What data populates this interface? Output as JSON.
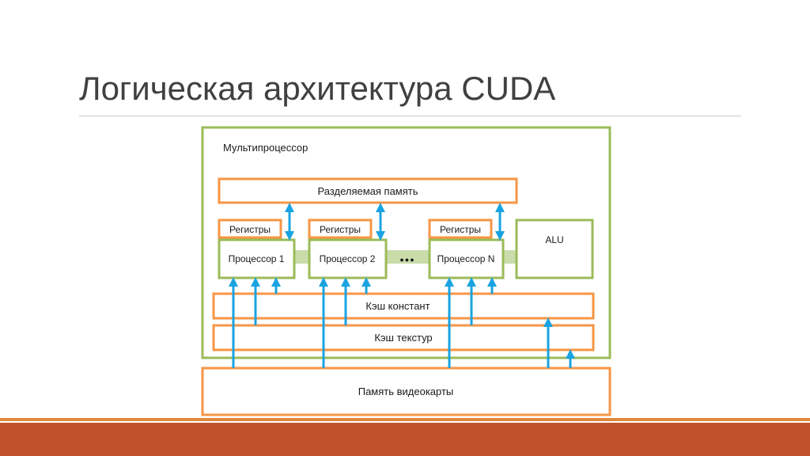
{
  "slide": {
    "title": "Логическая архитектура CUDA"
  },
  "diagram": {
    "multiprocessor_label": "Мультипроцессор",
    "shared_memory_label": "Разделяемая память",
    "registers_label": "Регистры",
    "processors": [
      "Процессор 1",
      "Процессор 2",
      "Процессор N"
    ],
    "ellipsis": "●●●",
    "alu_label": "ALU",
    "constant_cache_label": "Кэш констант",
    "texture_cache_label": "Кэш текстур",
    "video_memory_label": "Память видеокарты"
  },
  "colors": {
    "green_border": "#9bbb59",
    "orange_border": "#f79646",
    "arrow_blue": "#1aa3e0",
    "bus_green": "#c9dcaa",
    "footer_dark": "#c0522b",
    "footer_light": "#e0873b"
  }
}
